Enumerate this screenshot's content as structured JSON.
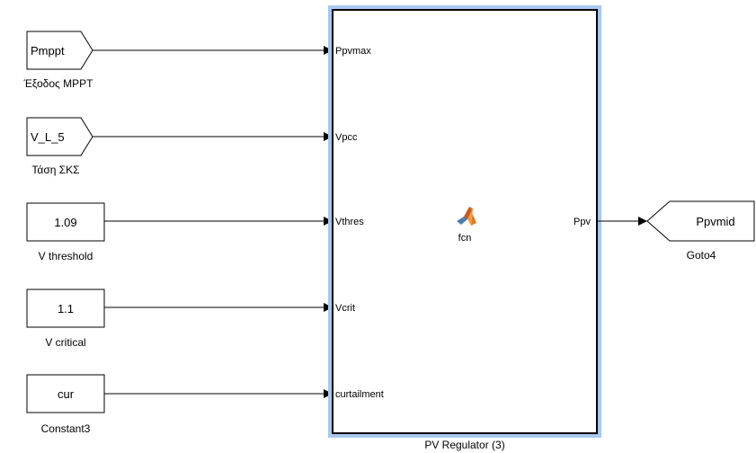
{
  "inputs": [
    {
      "type": "from",
      "label": "Pmppt",
      "caption": "Έξοδος MPPT",
      "port": "Ppvmax"
    },
    {
      "type": "from",
      "label": "V_L_5",
      "caption": "Τάση ΣΚΣ",
      "port": "Vpcc"
    },
    {
      "type": "constant",
      "label": "1.09",
      "caption": "V threshold",
      "port": "Vthres"
    },
    {
      "type": "constant",
      "label": "1.1",
      "caption": "V critical",
      "port": "Vcrit"
    },
    {
      "type": "constant",
      "label": "cur",
      "caption": "Constant3",
      "port": "curtailment"
    }
  ],
  "subsystem": {
    "caption": "PV Regulator (3)",
    "function_name": "fcn",
    "icon": "matlab-logo-icon",
    "output_port": "Ppv"
  },
  "goto": {
    "label": "Ppvmid",
    "caption": "Goto4"
  },
  "colors": {
    "line": "#000000",
    "selection": "#a8c8f0",
    "block_fill": "#ffffff"
  }
}
